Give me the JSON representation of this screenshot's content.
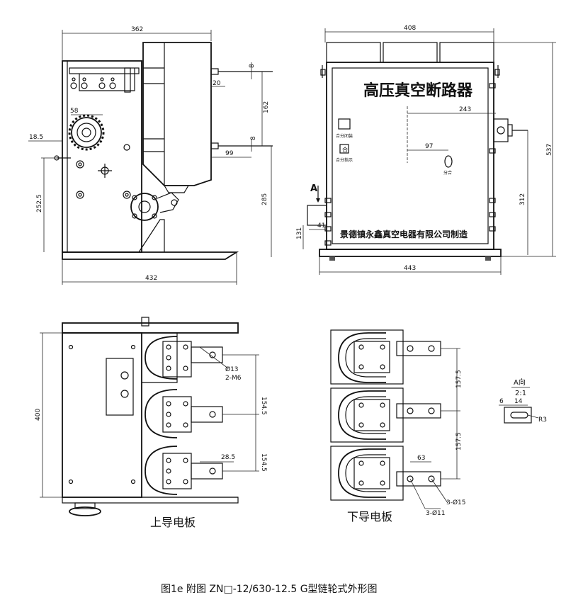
{
  "caption": "图1e 附图 ZN□-12/630-12.5   G型链轮式外形图",
  "front_view": {
    "dims": {
      "width_top": "362",
      "width_bottom": "432",
      "d8_top": "8",
      "d20": "20",
      "d162": "162",
      "d8_mid": "8",
      "d99": "99",
      "d58": "58",
      "d18_5": "18.5",
      "d252_5": "252.5",
      "d285": "285"
    }
  },
  "side_view": {
    "title": "高压真空断路器",
    "maker": "景德镇永鑫真空电器有限公司制造",
    "label_close_mechanism": "合分闭装",
    "label_indicator": "合分指示",
    "label_switch": "分合",
    "view_arrow": "A",
    "dims": {
      "width_top": "408",
      "width_bottom": "443",
      "height": "537",
      "d243": "243",
      "d97": "97",
      "d312": "312",
      "d131": "131",
      "d41": "41"
    }
  },
  "upper_plate": {
    "label": "上导电板",
    "dims": {
      "height": "400",
      "hole_dia": "Ø13",
      "thread": "2-M6",
      "pitch1": "154.5",
      "pitch2": "154.5",
      "d28_5": "28.5"
    }
  },
  "lower_plate": {
    "label": "下导电板",
    "dims": {
      "pitch1": "157.5",
      "pitch2": "157.5",
      "d63": "63",
      "holes_small": "3-Ø11",
      "holes_large": "3-Ø15"
    }
  },
  "detail_a": {
    "title": "A向",
    "scale": "2:1",
    "d6": "6",
    "d14": "14",
    "radius": "R3"
  }
}
